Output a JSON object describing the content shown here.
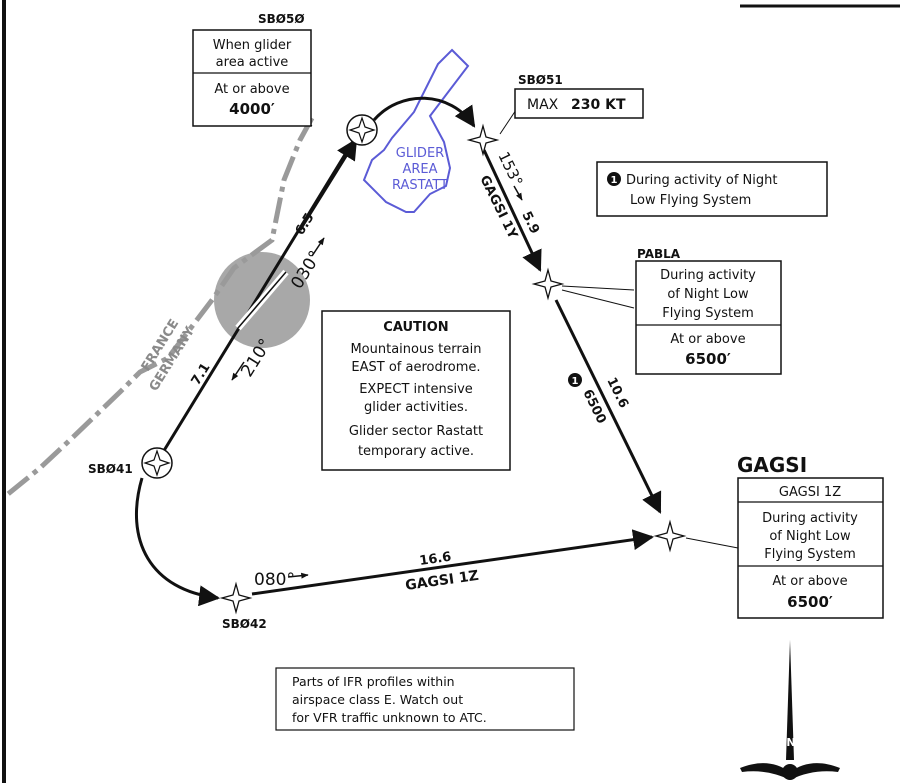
{
  "colors": {
    "ink": "#111111",
    "glider_area": "#5b5bd6",
    "border": "#9a9a9a",
    "restricted_circle": "#a8a8a8",
    "paper": "#ffffff"
  },
  "country_labels": {
    "france": "FRANCE",
    "germany": "GERMANY"
  },
  "glider_area": {
    "line1": "GLIDER",
    "line2": "AREA",
    "line3": "RASTATT"
  },
  "waypoints": {
    "sb050": {
      "name": "SBØ5Ø",
      "type": "flyover-compass-rose"
    },
    "sb051": {
      "name": "SBØ51",
      "type": "flyby-star"
    },
    "pabla": {
      "name": "PABLA",
      "type": "flyby-star"
    },
    "gagsi": {
      "name": "GAGSI",
      "type": "flyby-star"
    },
    "sb042": {
      "name": "SBØ42",
      "type": "flyby-star"
    },
    "sb041": {
      "name": "SBØ41",
      "type": "flyover-compass-rose"
    }
  },
  "boxes": {
    "sb050_box": {
      "line1": "When glider",
      "line2": "area active",
      "line3": "At or above",
      "altitude": "4000′"
    },
    "sb051_box": {
      "prefix": "MAX",
      "speed": "230 KT"
    },
    "note_box": {
      "marker": "1",
      "line1": "During activity of Night",
      "line2": "Low Flying System"
    },
    "pabla_box": {
      "line1": "During activity",
      "line2": "of Night Low",
      "line3": "Flying System",
      "line4": "At or above",
      "altitude": "6500′"
    },
    "gagsi_box": {
      "title": "GAGSI 1Z",
      "line1": "During activity",
      "line2": "of Night Low",
      "line3": "Flying System",
      "line4": "At or above",
      "altitude": "6500′"
    },
    "caution_box": {
      "title": "CAUTION",
      "line1": "Mountainous terrain",
      "line2": "EAST of aerodrome.",
      "line3": "EXPECT intensive",
      "line4": "glider activities.",
      "line5": "Glider sector Rastatt",
      "line6": "temporary active."
    },
    "ifr_note": {
      "line1": "Parts of IFR profiles within",
      "line2": "airspace class E. Watch out",
      "line3": "for VFR traffic unknown to ATC."
    }
  },
  "route_labels": {
    "course_030": "030°",
    "course_210": "210°",
    "dist_65": "6.5",
    "dist_71": "7.1",
    "course_153": "153°",
    "dist_59": "5.9",
    "gagsi_1y": "GAGSI 1Y",
    "dist_106": "10.6",
    "alt_marker": "1",
    "alt_6500": "6500",
    "course_080": "080°",
    "dist_166": "16.6",
    "gagsi_1z": "GAGSI 1Z"
  },
  "north_arrow": {
    "label": "N"
  }
}
